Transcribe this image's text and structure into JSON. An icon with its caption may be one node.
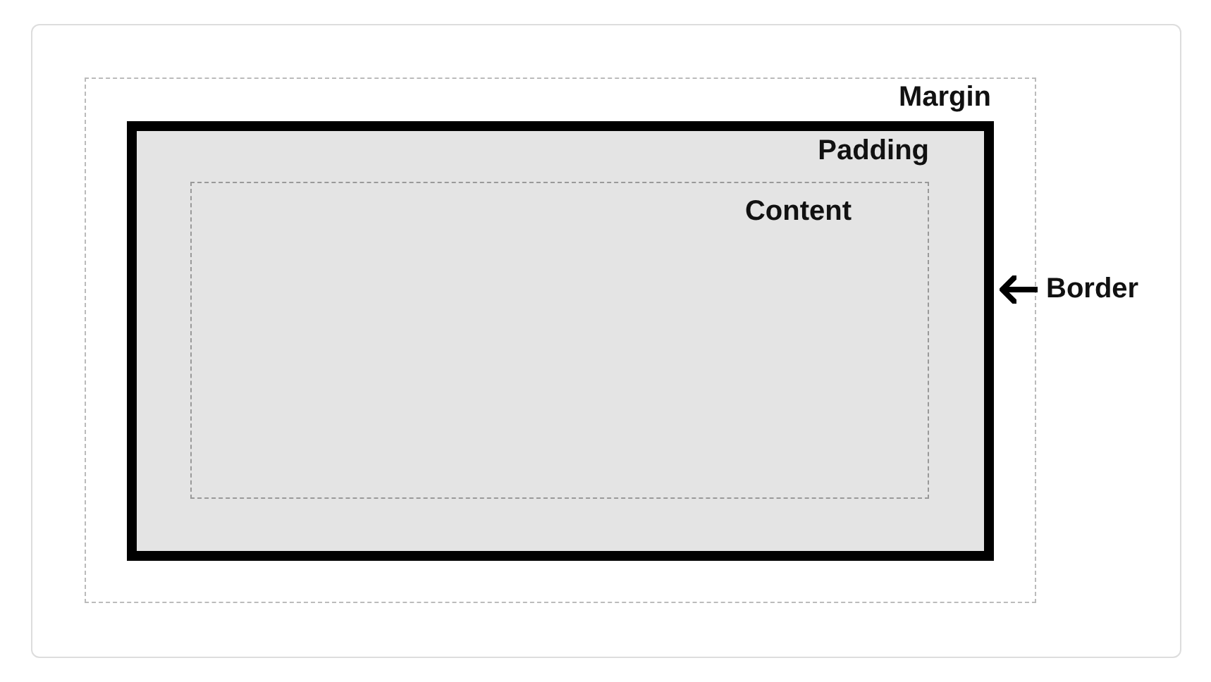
{
  "diagram": {
    "nodes": [
      {
        "text": [
          "Margin"
        ]
      },
      {
        "text": [
          "Padding"
        ],
        "in": 0
      },
      {
        "text": [
          "Content"
        ],
        "in": 1
      },
      {
        "text": [
          "Border"
        ]
      }
    ],
    "edges": [
      {
        "from": 3,
        "to": 1,
        "arrow": "to"
      }
    ]
  }
}
